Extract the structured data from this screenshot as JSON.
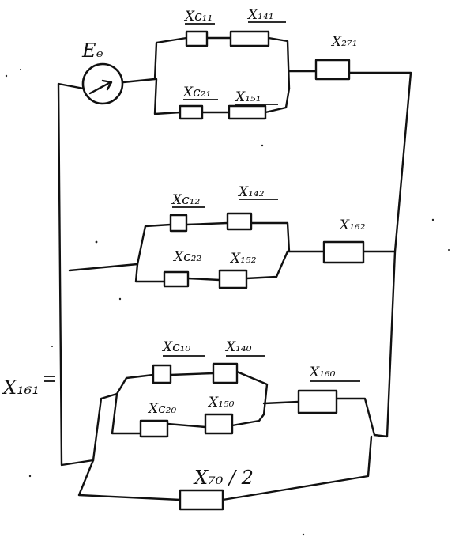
{
  "source": {
    "label": "Eₑ"
  },
  "top_block": {
    "upper_left": "Xᴄ₁₁",
    "upper_right": "X₁₄₁",
    "lower_left": "Xᴄ₂₁",
    "lower_right": "X₁₅₁",
    "series": "X₂₇₁"
  },
  "middle_block": {
    "upper_left": "Xᴄ₁₂",
    "upper_right": "X₁₄₂",
    "lower_left": "Xᴄ₂₂",
    "lower_right": "X₁₅₂",
    "series": "X₁₆₂"
  },
  "bottom_block": {
    "upper_left": "Xᴄ₁₀",
    "upper_right": "X₁₄₀",
    "lower_left": "Xᴄ₂₀",
    "lower_right": "X₁₅₀",
    "series": "X₁₆₀"
  },
  "left_branch": {
    "label": "X₁₆₁"
  },
  "bottom_branch": {
    "label": "X₇₀ / 2"
  }
}
